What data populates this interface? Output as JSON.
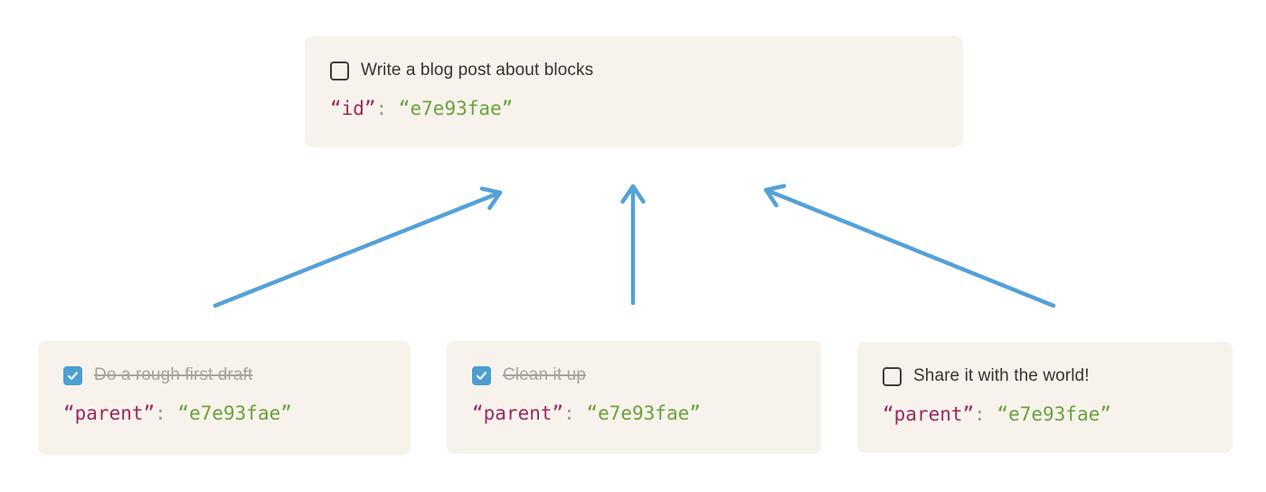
{
  "colors": {
    "card_bg": "#f7f3ec",
    "arrow": "#54a1d8",
    "checkbox_checked": "#4d9fd1",
    "checkbox_border": "#403d38",
    "task_text": "#37342e",
    "task_done_text": "#a5a39f",
    "code_key": "#9e285c",
    "code_punct": "#9b9b98",
    "code_value": "#69a23c"
  },
  "parent_card": {
    "title": "Write a blog post about blocks",
    "checked": false,
    "code": {
      "key": "“id”",
      "separator": ": ",
      "value": "“e7e93fae”"
    }
  },
  "child_cards": [
    {
      "title": "Do a rough first draft",
      "checked": true,
      "code": {
        "key": "“parent”",
        "separator": ": ",
        "value": "“e7e93fae”"
      }
    },
    {
      "title": "Clean it up",
      "checked": true,
      "code": {
        "key": "“parent”",
        "separator": ": ",
        "value": "“e7e93fae”"
      }
    },
    {
      "title": "Share it with the world!",
      "checked": false,
      "code": {
        "key": "“parent”",
        "separator": ": ",
        "value": "“e7e93fae”"
      }
    }
  ],
  "arrows": [
    {
      "from": "child-card-0",
      "to": "parent-card"
    },
    {
      "from": "child-card-1",
      "to": "parent-card"
    },
    {
      "from": "child-card-2",
      "to": "parent-card"
    }
  ]
}
